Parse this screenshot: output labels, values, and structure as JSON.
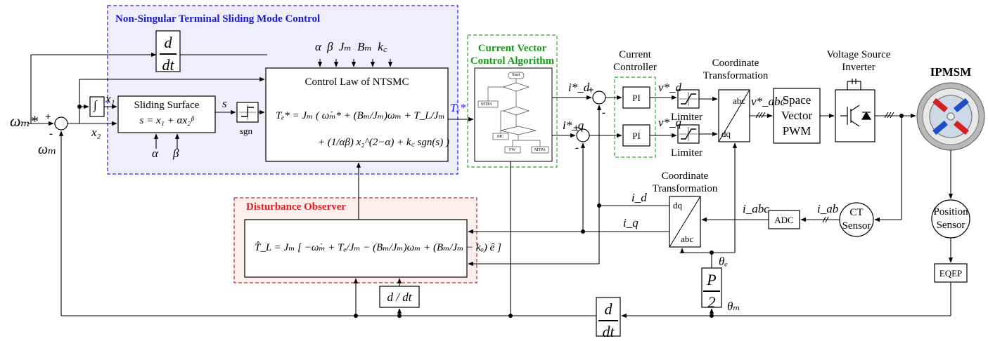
{
  "ntsmc": {
    "title": "Non-Singular Terminal Sliding Mode Control",
    "params": "α  β  Jₘ Bₘ k꜀",
    "deriv_num": "d",
    "deriv_den": "dt",
    "sliding_surface_title": "Sliding Surface",
    "sliding_surface_eq": "s = x₁ + αx₂ᵝ",
    "alpha": "α",
    "beta": "β",
    "x1": "x₁",
    "x2": "x₂",
    "s_label": "s",
    "integrator": "∫",
    "sgn_label": "sgn",
    "control_law_title": "Control Law of NTSMC",
    "control_law_eq1": "Tₑ* = Jₘ ( ω̇ₘ* + (Bₘ/Jₘ)ωₘ + T_L/Jₘ",
    "control_law_eq2": "+ (1/αβ) x₂^(2−α) + k꜀ sgn(s) )"
  },
  "inputs": {
    "omega_ref": "ωₘ*",
    "omega_m": "ωₘ",
    "plus": "+",
    "minus": "-"
  },
  "cvca": {
    "title_line1": "Current Vector",
    "title_line2": "Control Algorithm",
    "te_ref": "Tₑ*",
    "flow_start": "Start",
    "flow_mtpa": "MTPA",
    "flow_mc": "MC",
    "flow_fw": "FW",
    "flow_mtpa2": "MTPA"
  },
  "current_controller": {
    "title_line1": "Current",
    "title_line2": "Controller",
    "pi1": "PI",
    "pi2": "PI",
    "id_ref": "i*_d",
    "iq_ref": "i*_q",
    "vd_ref": "v*_d",
    "vq_ref": "v*_q"
  },
  "limiter": {
    "label1": "Limiter",
    "label2": "Limiter"
  },
  "coord_top": {
    "title_line1": "Coordinate",
    "title_line2": "Transformation",
    "in_label": "dq",
    "out_label": "abc",
    "v_abc": "v*_abc"
  },
  "svpwm": {
    "line1": "Space",
    "line2": "Vector",
    "line3": "PWM"
  },
  "vsi": {
    "title_line1": "Voltage Source",
    "title_line2": "Inverter"
  },
  "ipmsm": {
    "title": "IPMSM"
  },
  "position_sensor": {
    "line1": "Position",
    "line2": "Sensor"
  },
  "eqep": {
    "label": "EQEP"
  },
  "ct_sensor": {
    "line1": "CT",
    "line2": "Sensor"
  },
  "adc": {
    "label": "ADC"
  },
  "coord_bottom": {
    "title_line1": "Coordinate",
    "title_line2": "Transformation",
    "top_label": "dq",
    "bottom_label": "abc",
    "id": "i_d",
    "iq": "i_q",
    "i_abc": "i_abc",
    "i_ab": "i_ab"
  },
  "theta": {
    "theta_e": "θₑ",
    "theta_m": "θₘ",
    "p_num": "P",
    "p_den": "2",
    "deriv_num": "d",
    "deriv_den": "dt"
  },
  "observer": {
    "title": "Disturbance Observer",
    "equation": "T̂_L = Jₘ [ −ω̇ₘ + Tₑ/Jₘ − (Bₘ/Jₘ)ωₘ + (Bₘ/Jₘ − kₒ) ê ]",
    "ddt": "d / dt"
  },
  "colors": {
    "ntsmc_border": "#1a1aff",
    "ntsmc_fill": "#eeeefc",
    "observer_border": "#e02020",
    "observer_fill": "#fdeeee",
    "cvca_border": "#2aa82a",
    "ntsmc_title": "#1a1acc",
    "observer_title": "#e02020",
    "cvca_title": "#1d9a1d",
    "te_label": "#1a1aff"
  }
}
